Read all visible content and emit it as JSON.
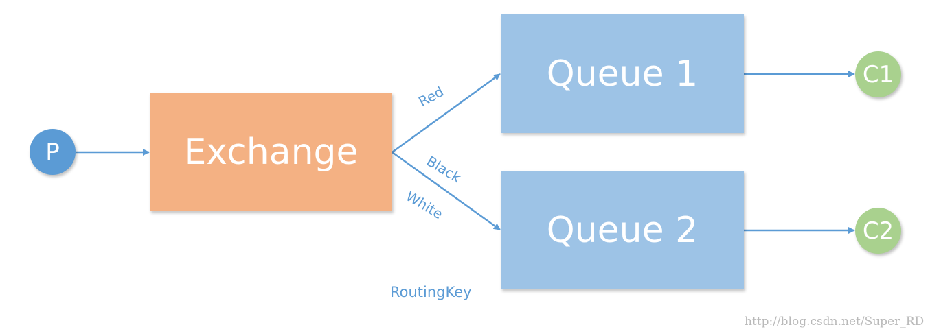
{
  "colors": {
    "producer": "#5b9bd5",
    "exchange": "#f4b183",
    "queue": "#9dc3e6",
    "consumer": "#a9d18e",
    "arrow": "#5b9bd5",
    "label_text": "#5b9bd5",
    "watermark": "#b9b9b9"
  },
  "nodes": {
    "producer": "P",
    "exchange": "Exchange",
    "queue1": "Queue 1",
    "queue2": "Queue 2",
    "consumer1": "C1",
    "consumer2": "C2"
  },
  "edge_labels": {
    "red": "Red",
    "black": "Black",
    "white": "White"
  },
  "caption": "RoutingKey",
  "watermark": "http://blog.csdn.net/Super_RD"
}
